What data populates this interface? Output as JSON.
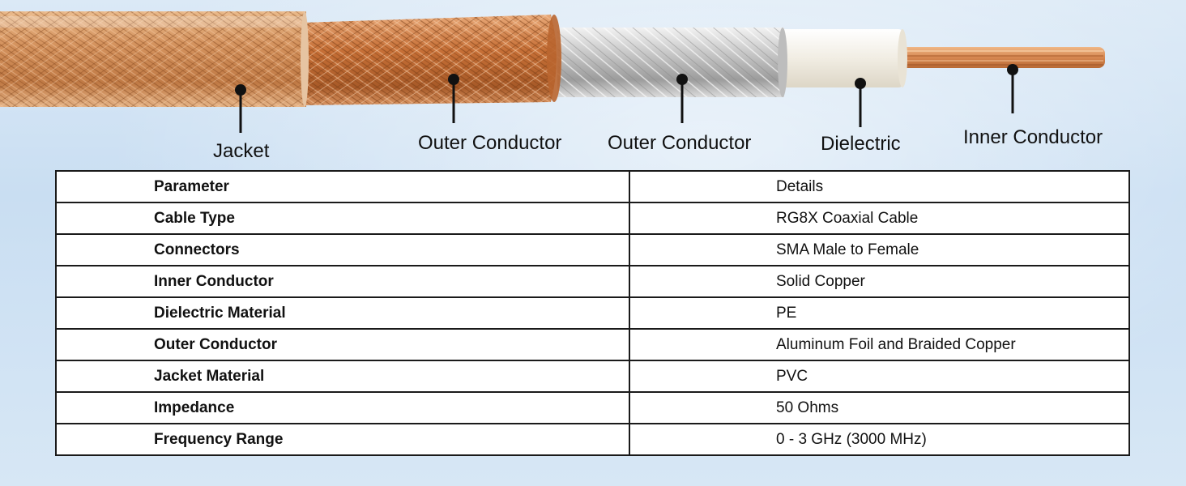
{
  "callouts": {
    "jacket": "Jacket",
    "outer_braid": "Outer Conductor",
    "outer_foil": "Outer Conductor",
    "dielectric": "Dielectric",
    "inner": "Inner Conductor"
  },
  "colors": {
    "copper": "#c9834e",
    "foil": "#c8c8c8",
    "dielectric": "#f4f0e6",
    "border": "#1a1a1a"
  },
  "table": {
    "rows": [
      {
        "param": "Parameter",
        "detail": "Details"
      },
      {
        "param": "Cable Type",
        "detail": "RG8X Coaxial Cable"
      },
      {
        "param": "Connectors",
        "detail": "SMA Male to Female"
      },
      {
        "param": "Inner Conductor",
        "detail": "Solid Copper"
      },
      {
        "param": "Dielectric Material",
        "detail": "PE"
      },
      {
        "param": "Outer Conductor",
        "detail": "Aluminum Foil and Braided Copper"
      },
      {
        "param": "Jacket Material",
        "detail": "PVC"
      },
      {
        "param": "Impedance",
        "detail": "50 Ohms"
      },
      {
        "param": "Frequency Range",
        "detail": "0 - 3 GHz (3000 MHz)"
      }
    ]
  }
}
